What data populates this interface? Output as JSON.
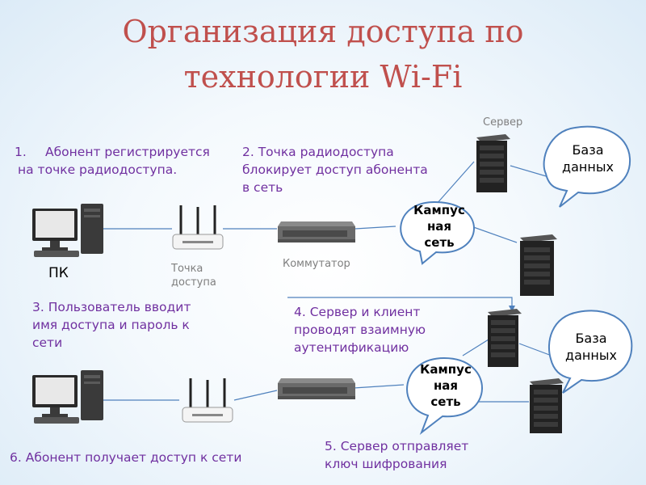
{
  "title": {
    "line1": "Организация доступа по",
    "line2": "технологии Wi-Fi"
  },
  "steps": {
    "s1_num": "1.",
    "s1_line1": "Абонент регистрируется",
    "s1_line2": "на точке радиодоступа.",
    "s2_line1": "2. Точка радиодоступа",
    "s2_line2": "блокирует доступ абонента",
    "s2_line3": "в сеть",
    "s3_line1": "3. Пользователь вводит",
    "s3_line2": "имя доступа и пароль к",
    "s3_line3": "сети",
    "s4_line1": "4. Сервер и клиент",
    "s4_line2": "проводят взаимную",
    "s4_line3": "аутентификацию",
    "s5_line1": "5. Сервер отправляет",
    "s5_line2": "ключ шифрования",
    "s6": "6. Абонент получает доступ к сети"
  },
  "labels": {
    "pc": "ПК",
    "ap_line1": "Точка",
    "ap_line2": "доступа",
    "switch": "Коммутатор",
    "server": "Сервер",
    "campus_line1": "Кампус",
    "campus_line2": "ная",
    "campus_line3": "сеть",
    "db_line1": "База",
    "db_line2": "данных"
  },
  "colors": {
    "title": "#c0504d",
    "step_text": "#7030a0",
    "connector": "#4f81bd",
    "bubble_border": "#4f81bd"
  },
  "icons": [
    "pc-icon",
    "wifi-router-icon",
    "network-switch-icon",
    "server-icon"
  ]
}
